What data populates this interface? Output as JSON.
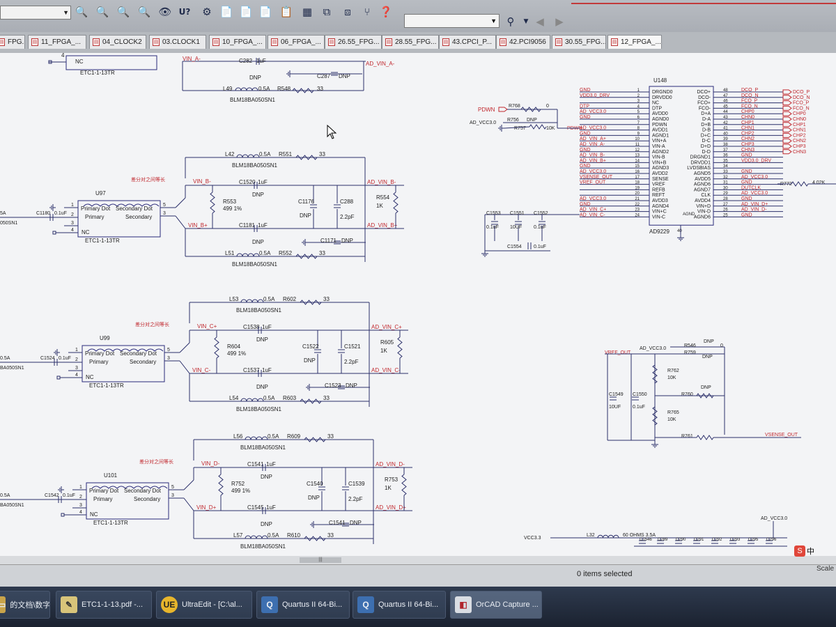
{
  "toolbar": {
    "zoom_value": "",
    "part_value": "",
    "icons": [
      "zoom-in-icon",
      "zoom-out-icon",
      "zoom-area-icon",
      "zoom-all-icon",
      "visibility-icon",
      "unknown-help-icon",
      "annotate-icon",
      "drc-icon",
      "netlist-icon",
      "crossref-icon",
      "bom-icon",
      "library-icon",
      "pin-icon",
      "tool-icon",
      "help-icon"
    ],
    "tool_labels": [
      "U?"
    ]
  },
  "tabs": [
    {
      "label": "FPG..."
    },
    {
      "label": "11_FPGA_..."
    },
    {
      "label": "04_CLOCK2"
    },
    {
      "label": "03.CLOCK1"
    },
    {
      "label": "10_FPGA_..."
    },
    {
      "label": "06_FPGA_..."
    },
    {
      "label": "26.55_FPG..."
    },
    {
      "label": "28.55_FPG..."
    },
    {
      "label": "43.CPCI_P..."
    },
    {
      "label": "42.PCI9056"
    },
    {
      "label": "30.55_FPG..."
    },
    {
      "label": "12_FPGA_..."
    }
  ],
  "schematic": {
    "top": {
      "nc": "NC",
      "part": "ETC1-1-13TR",
      "pin": "4",
      "vin": "VIN_A-",
      "c1": "C282",
      "c1v": "1uF",
      "dnp": "DNP",
      "c2": "C287",
      "adout": "AD_VIN_A-",
      "l": "L49",
      "lv": "0.5A",
      "r": "R548",
      "rv": "33",
      "ferrite": "BLM18BA050SN1"
    },
    "blocks": [
      {
        "u": "U97",
        "note": "差分对之间等长",
        "lt": "L42",
        "rt": "R551",
        "lb": "L51",
        "rb": "R552",
        "vin_p": "VIN_B-",
        "vin_n": "VIN_B+",
        "out_p": "AD_VIN_B-",
        "out_n": "AD_VIN_B+",
        "ct": "C1520",
        "cb": "C1181",
        "rmid": "R553",
        "rmidv": "499 1%",
        "c3": "C1176",
        "c4": "C288",
        "c4v": "2.2pF",
        "c5": "C1171",
        "rr": "R554",
        "rrv": "1K",
        "cin": "C1180",
        "cinv": "0.1uF",
        "lin": "5A",
        "inlbl": "050SN1"
      },
      {
        "u": "U99",
        "note": "差分对之间等长",
        "lt": "L53",
        "rt": "R602",
        "lb": "L54",
        "rb": "R603",
        "vin_p": "VIN_C+",
        "vin_n": "VIN_C-",
        "out_p": "AD_VIN_C+",
        "out_n": "AD_VIN_C-",
        "ct": "C1538",
        "cb": "C1537",
        "rmid": "R604",
        "rmidv": "499 1%",
        "c3": "C1522",
        "c4": "C1521",
        "c4v": "2.2pF",
        "c5": "C1523",
        "rr": "R605",
        "rrv": "1K",
        "cin": "C1524",
        "cinv": "0.1uF",
        "lin": "0.5A",
        "inlbl": "BA050SN1"
      },
      {
        "u": "U101",
        "note": "差分对之间等长",
        "lt": "L56",
        "rt": "R609",
        "lb": "L57",
        "rb": "R610",
        "vin_p": "VIN_D-",
        "vin_n": "VIN_D+",
        "out_p": "AD_VIN_D-",
        "out_n": "AD_VIN_D+",
        "ct": "C1541",
        "cb": "C1545",
        "rmid": "R752",
        "rmidv": "499 1%",
        "c3": "C1540",
        "c4": "C1539",
        "c4v": "2.2pF",
        "c5": "C1541",
        "rr": "R753",
        "rrv": "1K",
        "cin": "C1542",
        "cinv": "0.1uF",
        "lin": "0.5A",
        "inlbl": "BA050SN1"
      }
    ],
    "xfmr": {
      "primary": "Primary Dot",
      "secondary_dot": "Secondary Dot",
      "primary2": "Primary",
      "secondary": "Secondary",
      "nc": "NC",
      "part": "ETC1-1-13TR"
    },
    "ferrite": "BLM18BA050SN1",
    "l_current": "0.5A",
    "r33": "33",
    "c_1uf": "1uF",
    "dnp": "DNP",
    "adc": {
      "ref": "U148",
      "part": "AD9229",
      "agnd_label": "AGND",
      "agnd_pin": "40",
      "left_nets": [
        "GND",
        "VDD3.0_DRV",
        "",
        "DTP",
        "AD_VCC3.0",
        "GND",
        "",
        "AD_VCC3.0",
        "GND",
        "AD_VIN_A+",
        "AD_VIN_A-",
        "GND",
        "AD_VIN_B-",
        "AD_VIN_B+",
        "GND",
        "AD_VCC3.0",
        "VSENSE_OUT",
        "VREF_OUT",
        "",
        "",
        "AD_VCC3.0",
        "GND",
        "AD_VIN_C+",
        "AD_VIN_C-"
      ],
      "left_pins": [
        "1",
        "2",
        "3",
        "4",
        "5",
        "6",
        "7",
        "8",
        "9",
        "10",
        "11",
        "12",
        "13",
        "14",
        "15",
        "16",
        "17",
        "18",
        "19",
        "20",
        "21",
        "22",
        "23",
        "24"
      ],
      "left_names": [
        "DRGND0",
        "DRVDD0",
        "NC",
        "DTP",
        "AVDD0",
        "AGND0",
        "PDWN",
        "AVDD1",
        "AGND1",
        "VIN+A",
        "VIN-A",
        "AGND2",
        "VIN-B",
        "VIN+B",
        "AGND3",
        "AVDD2",
        "SENSE",
        "VREF",
        "REFB",
        "REFT",
        "AVDD3",
        "AGND4",
        "VIN+C",
        "VIN-C"
      ],
      "right_pins": [
        "48",
        "47",
        "46",
        "45",
        "44",
        "43",
        "42",
        "41",
        "40",
        "39",
        "38",
        "37",
        "36",
        "35",
        "34",
        "33",
        "32",
        "31",
        "30",
        "29",
        "28",
        "27",
        "26",
        "25"
      ],
      "right_names": [
        "DCO+",
        "DCO-",
        "FCO+",
        "FCO-",
        "D+A",
        "D-A",
        "D+B",
        "D-B",
        "D+C",
        "D-C",
        "D+D",
        "D-D",
        "DRGND1",
        "DRVDD1",
        "LVDSBIAS",
        "AGND5",
        "AVDD5",
        "AGND6",
        "AGND7",
        "CLK",
        "AVDD4",
        "VIN+D",
        "VIN-D",
        "AGND6"
      ],
      "right_nets": [
        "DCO_P",
        "DCO_N",
        "FCO_P",
        "FCO_N",
        "CHP0",
        "CHN0",
        "CHP1",
        "CHN1",
        "CHP2",
        "CHN2",
        "CHP3",
        "CHN3",
        "GND",
        "VDD3.0_DRV",
        "",
        "GND",
        "AD_VCC3.0",
        "GND",
        "DUTCLK",
        "AD_VCC3.0",
        "GND",
        "AD_VIN_D+",
        "AD_VIN_D-",
        "GND"
      ],
      "offpage": [
        "DCO_P",
        "DCO_N",
        "FCO_P",
        "FCO_N",
        "CHP0",
        "CHN0",
        "CHP1",
        "CHN1",
        "CHP2",
        "CHN2",
        "CHP3",
        "CHN3"
      ],
      "pdwn_in": "PDWN",
      "r768": "R768",
      "r768v": "0",
      "r756": "R756",
      "dnp": "DNP",
      "r757": "R757",
      "r757v": "10K",
      "advcc": "AD_VCC3.0",
      "pdwn": "PDWN",
      "r772": "R772",
      "r772v": "4.02K"
    },
    "decoup": {
      "c1": "C1553",
      "c1v": "0.1uF",
      "c2": "C1551",
      "c2v": "10UF",
      "c3": "C1552",
      "c3v": "0.1uF",
      "c4": "C1554",
      "c4v": "0.1uF"
    },
    "vref": {
      "vref_out": "VREF_OUT",
      "advcc": "AD_VCC3.0",
      "r546": "R546",
      "r759": "R759",
      "dnp": "DNP",
      "z": "0",
      "r762": "R762",
      "r762v": "10K",
      "r760": "R760",
      "r765": "R765",
      "r765v": "10K",
      "r761": "R761",
      "c1549": "C1549",
      "c1549v": "10UF",
      "c1550": "C1550",
      "c1550v": "0.1uF",
      "vsense": "VSENSE_OUT"
    },
    "power": {
      "vcc": "VCC3.3",
      "l": "L32",
      "lv": "60 OHMS 3.5A",
      "advcc": "AD_VCC3.0",
      "caps": [
        "C1546",
        "C289",
        "C290",
        "C291",
        "C292",
        "C293",
        "C295",
        "C296"
      ]
    }
  },
  "status": {
    "selected": "0 items selected",
    "scale": "Scale",
    "ime": "中"
  },
  "taskbar": {
    "items": [
      {
        "label": "的文档\\数字...",
        "icon": "folder-icon"
      },
      {
        "label": "ETC1-1-13.pdf -...",
        "icon": "pdf-icon"
      },
      {
        "label": "UltraEdit - [C:\\al...",
        "icon": "ultraedit-icon"
      },
      {
        "label": "Quartus II 64-Bi...",
        "icon": "quartus-icon"
      },
      {
        "label": "Quartus II 64-Bi...",
        "icon": "quartus-icon"
      },
      {
        "label": "OrCAD Capture ...",
        "icon": "orcad-icon"
      }
    ]
  },
  "colors": {
    "wire": "#2b2f6a",
    "net": "#c0272d",
    "comp": "#2a2a7a",
    "text": "#1c1c1c"
  }
}
